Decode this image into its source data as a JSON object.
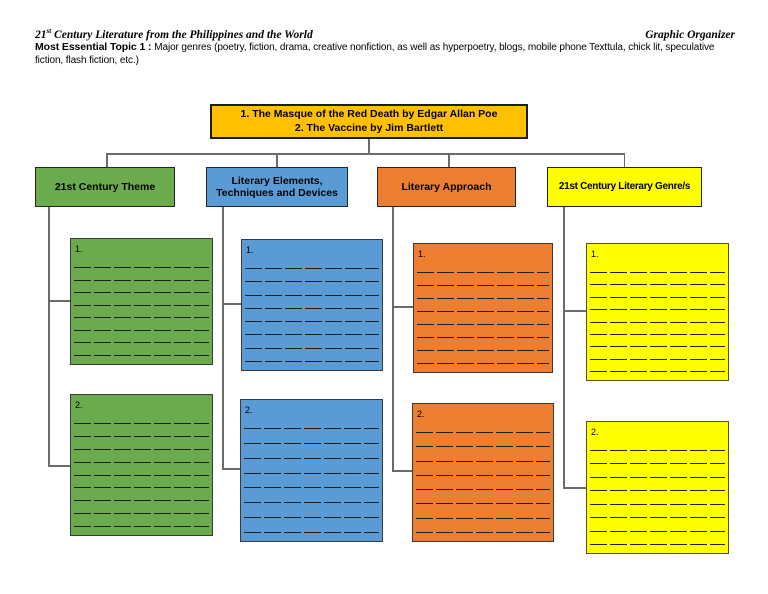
{
  "header": {
    "title_num": "21",
    "title_sup": "st",
    "title_rest": " Century Literature from the Philippines and the World",
    "corner_label": "Graphic Organizer",
    "topic_label": "Most Essential Topic 1 : ",
    "topic_text": "Major genres (poetry, fiction, drama, creative nonfiction, as well as hyperpoetry, blogs, mobile phone Texttula, chick lit, speculative fiction, flash fiction, etc.)"
  },
  "root_box": {
    "line1": "1. The Masque of the Red Death by Edgar Allan Poe",
    "line2": "2. The Vaccine by Jim Bartlett",
    "fill": "#FFC000"
  },
  "colors": {
    "theme_green": "#6BAA4D",
    "elements_blue": "#5B9BD5",
    "approach_orange": "#ED7D31",
    "genre_yellow": "#FFFF00",
    "root_gold": "#FFC000"
  },
  "columns": [
    {
      "header": "21st Century Theme",
      "fill": "#6BAA4D",
      "boxes": [
        {
          "label": "1.",
          "lines": 8
        },
        {
          "label": "2.",
          "lines": 9
        }
      ]
    },
    {
      "header": "Literary Elements, Techniques and Devices",
      "fill": "#5B9BD5",
      "boxes": [
        {
          "label": "1.",
          "lines": 8
        },
        {
          "label": "2.",
          "lines": 8
        }
      ]
    },
    {
      "header": "Literary Approach",
      "fill": "#ED7D31",
      "boxes": [
        {
          "label": "1.",
          "lines": 8
        },
        {
          "label": "2.",
          "lines": 8
        }
      ]
    },
    {
      "header": "21st Century Literary Genre/s",
      "fill": "#FFFF00",
      "boxes": [
        {
          "label": "1.",
          "lines": 9
        },
        {
          "label": "2.",
          "lines": 8
        }
      ]
    }
  ]
}
